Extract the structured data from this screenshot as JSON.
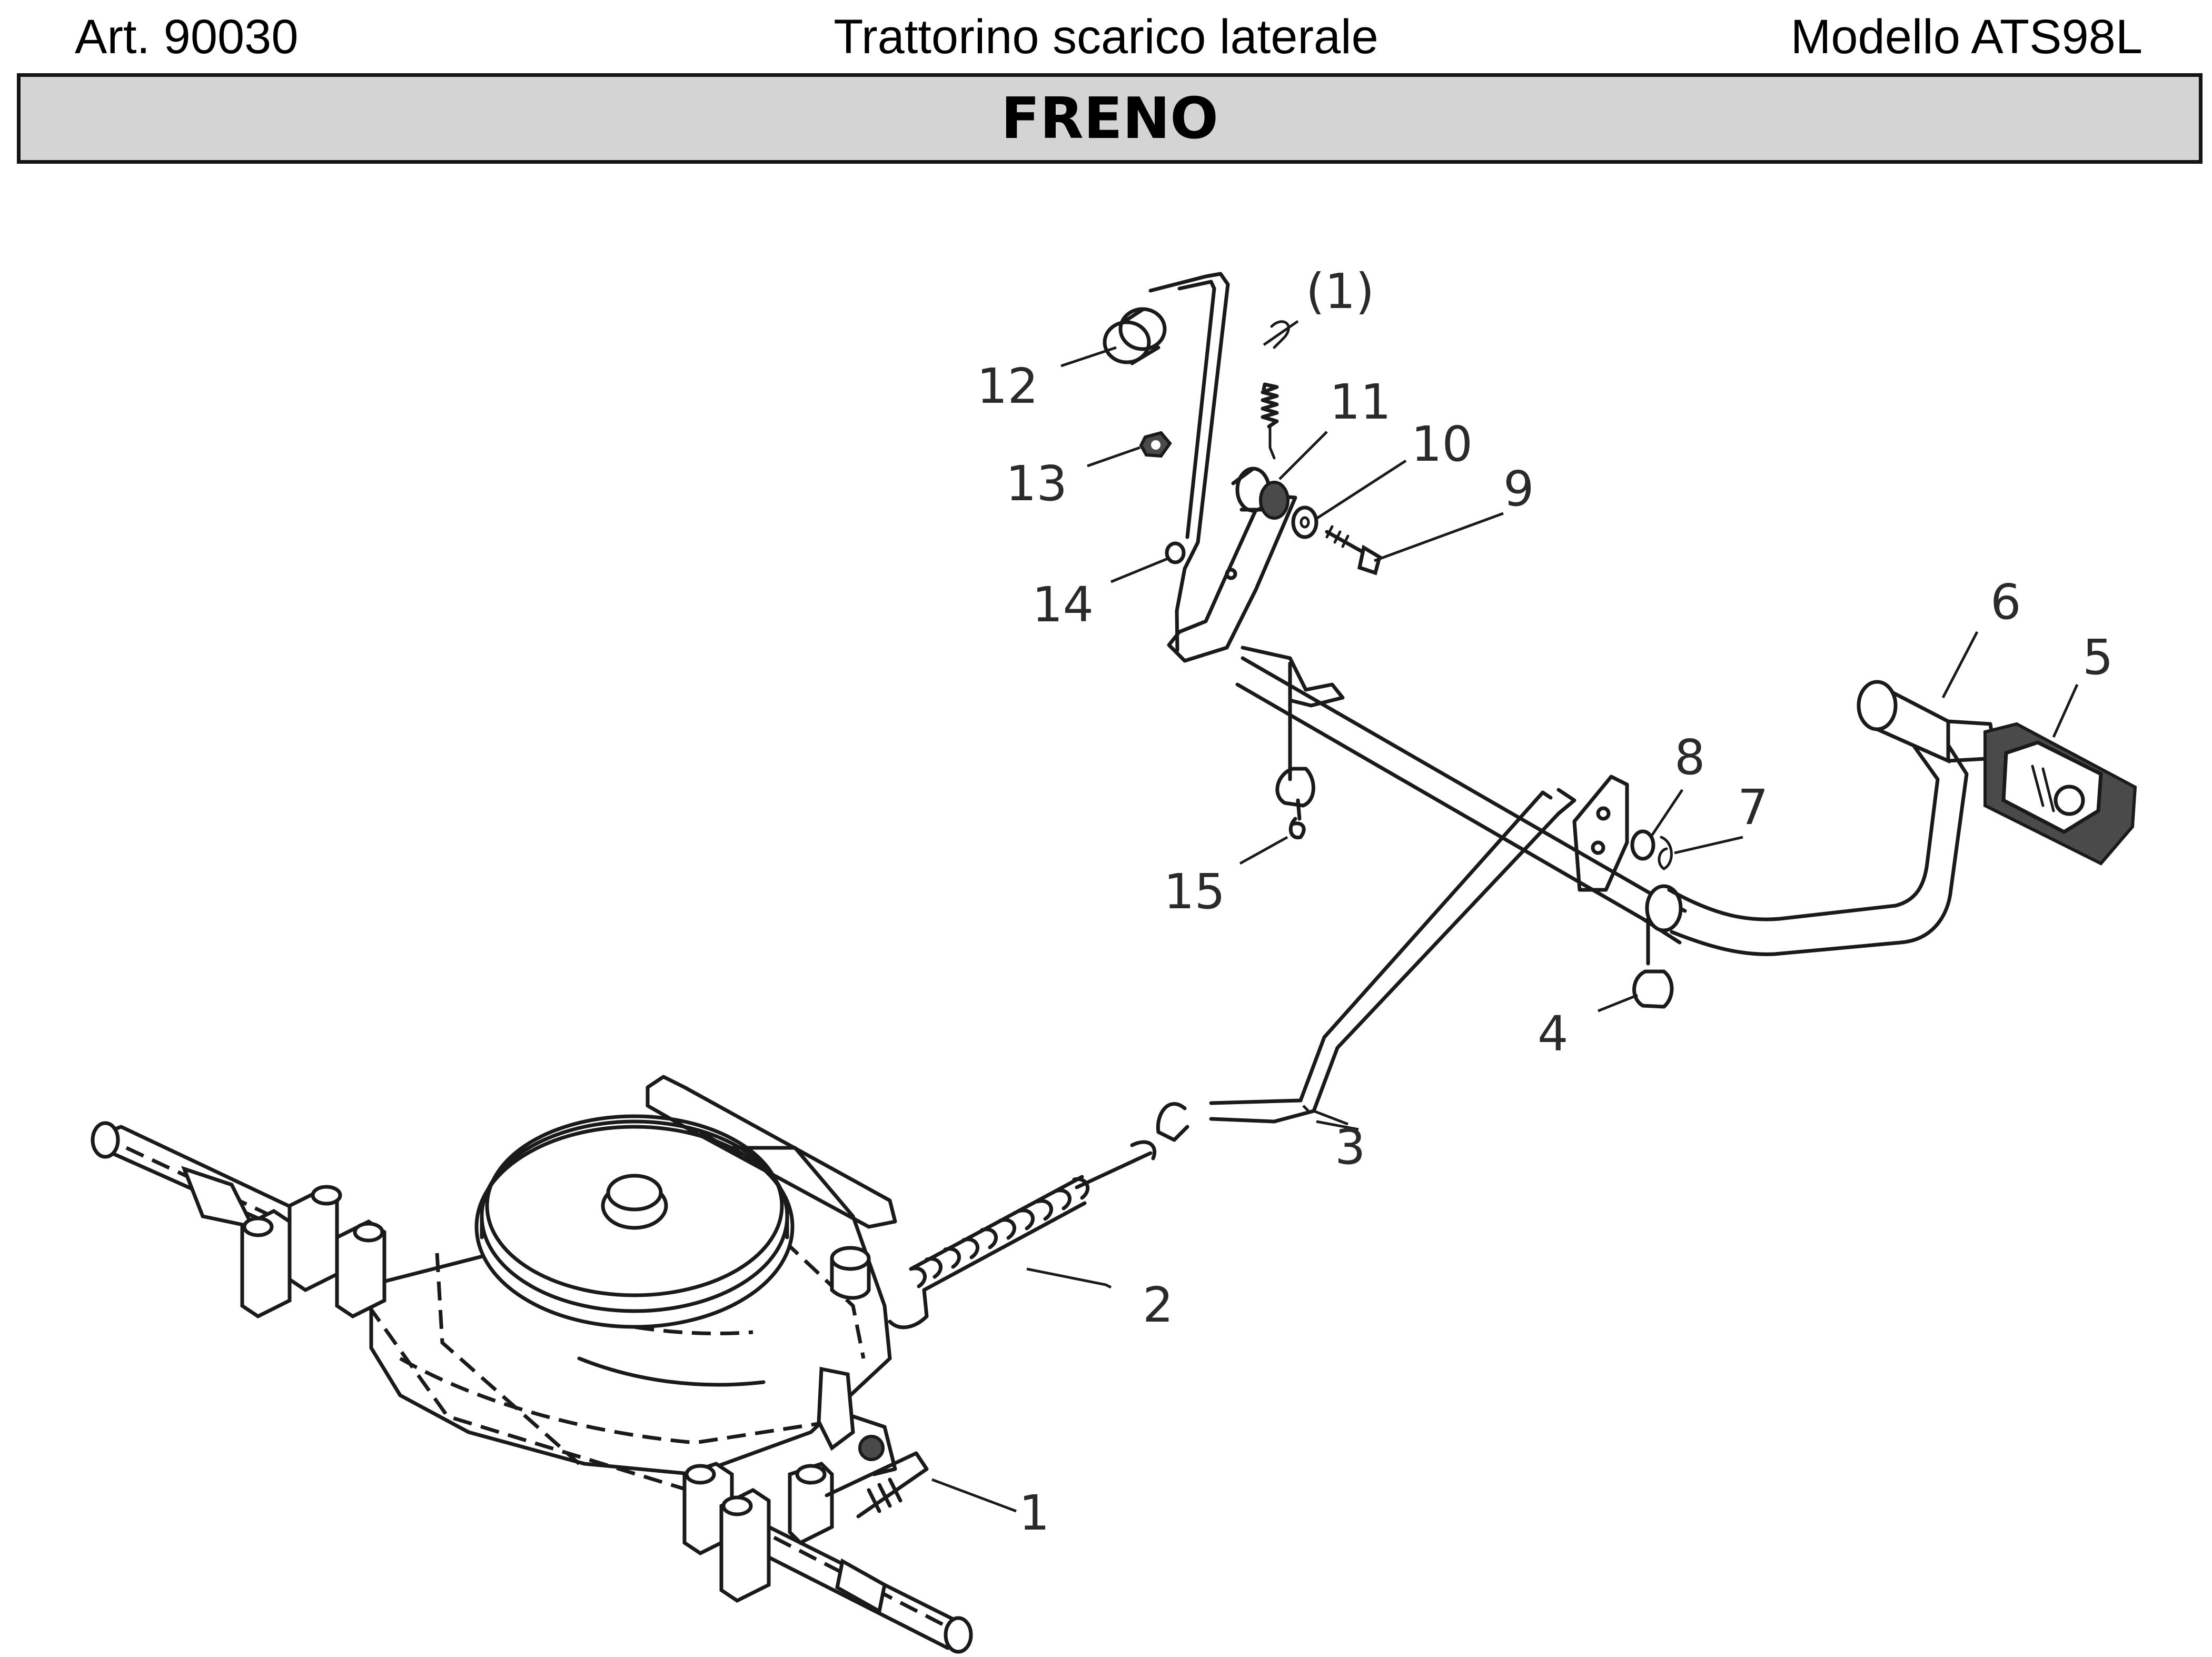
{
  "header": {
    "article": "Art. 90030",
    "title": "Trattorino scarico laterale",
    "model": "Modello ATS98L"
  },
  "section": {
    "title": "FRENO"
  },
  "callouts": [
    {
      "label": "(1)"
    },
    {
      "label": "12"
    },
    {
      "label": "11"
    },
    {
      "label": "10"
    },
    {
      "label": "13"
    },
    {
      "label": "9"
    },
    {
      "label": "14"
    },
    {
      "label": "6"
    },
    {
      "label": "5"
    },
    {
      "label": "8"
    },
    {
      "label": "7"
    },
    {
      "label": "15"
    },
    {
      "label": "4"
    },
    {
      "label": "3"
    },
    {
      "label": "2"
    },
    {
      "label": "1"
    }
  ]
}
